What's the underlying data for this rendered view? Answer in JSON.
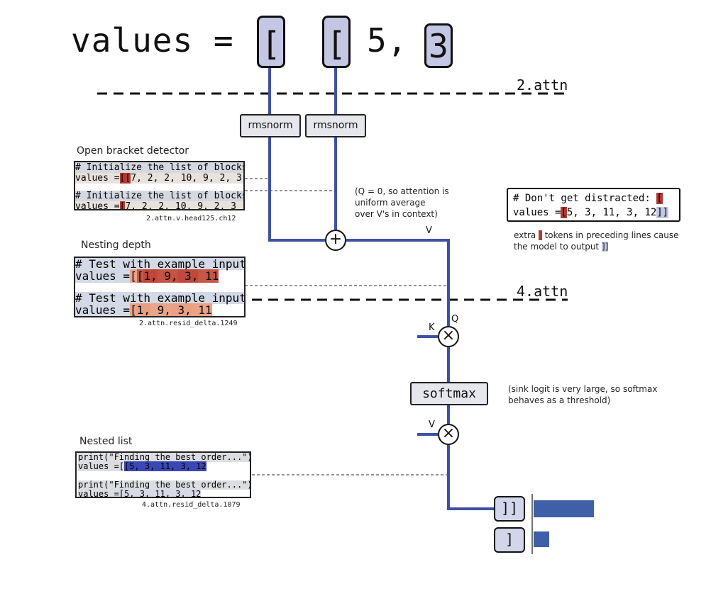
{
  "header": {
    "prefix": "values =",
    "tokens": [
      {
        "text": "[",
        "boxed": true
      },
      {
        "text": "[",
        "boxed": true
      },
      {
        "text": "5,",
        "boxed": false
      },
      {
        "text": "3",
        "boxed": true
      }
    ]
  },
  "layers": {
    "layer2": "2.attn",
    "layer4": "4.attn"
  },
  "nodes": {
    "rmsnorm_1": "rmsnorm",
    "rmsnorm_2": "rmsnorm",
    "add": "+",
    "mul_qk": "×",
    "softmax": "softmax",
    "mul_v": "×"
  },
  "wire_labels": {
    "v_top": "V",
    "q": "Q",
    "k": "K",
    "v_bottom": "V"
  },
  "notes": {
    "q_zero": [
      "(Q = 0, so attention is",
      "uniform average",
      "over V's in context)"
    ],
    "sink": [
      "(sink logit is very large, so softmax",
      "behaves as a threshold)"
    ]
  },
  "panels": {
    "open_bracket": {
      "title": "Open bracket detector",
      "caption": "2.attn.v.head125.ch12",
      "blocks": [
        {
          "comment": "# Initialize the list of blocks",
          "prefix": "values =",
          "highlight": "[[",
          "rest": "7, 2, 2, 10, 9, 2, 3"
        },
        {
          "comment": "# Initialize the list of blocks",
          "prefix": "values =",
          "highlight": "[",
          "rest": "7, 2, 2, 10, 9, 2, 3"
        }
      ]
    },
    "nesting_depth": {
      "title": "Nesting depth",
      "caption": "2.attn.resid_delta.1249",
      "blocks": [
        {
          "comment": "# Test with example input",
          "prefix": "values =",
          "tokens": [
            "[",
            "[",
            "1,",
            " 9,",
            " 3,",
            " 11"
          ]
        },
        {
          "comment": "# Test with example input",
          "prefix": "values =",
          "tokens": [
            "[",
            "1,",
            " 9,",
            " 3,",
            " 11"
          ]
        }
      ]
    },
    "nested_list": {
      "title": "Nested list",
      "caption": "4.attn.resid_delta.1079",
      "blocks": [
        {
          "comment": "print(\"Finding the best order...\")",
          "prefix": "values =[",
          "highlight": "[5, 3, 11, 3, 12",
          "rest": ""
        },
        {
          "comment": "print(\"Finding the best order...\")",
          "prefix": "values =",
          "highlight": "",
          "rest": "[5, 3, 11, 3, 12"
        }
      ]
    },
    "distracted": {
      "line1_text": "# Don't get distracted: ",
      "line1_highlight": "[",
      "line2_prefix": "values =",
      "line2_highlight": "[",
      "line2_rest": "5, 3, 11, 3, 12",
      "line2_end": "]]",
      "caption_pre": "extra ",
      "caption_tok": "[",
      "caption_mid": " tokens in preceding lines cause",
      "caption_line2": "the model to output ",
      "caption_end": "]]"
    }
  },
  "outputs": {
    "tokens": [
      {
        "text": "]]",
        "probability": 0.85
      },
      {
        "text": "]",
        "probability": 0.22
      }
    ]
  },
  "colors": {
    "wire": "#3f51a5",
    "token_box": "#c3c7e3",
    "highlight_red": "#b33a32",
    "highlight_blue": "#3b47b5",
    "bar": "#3f5fa8"
  }
}
